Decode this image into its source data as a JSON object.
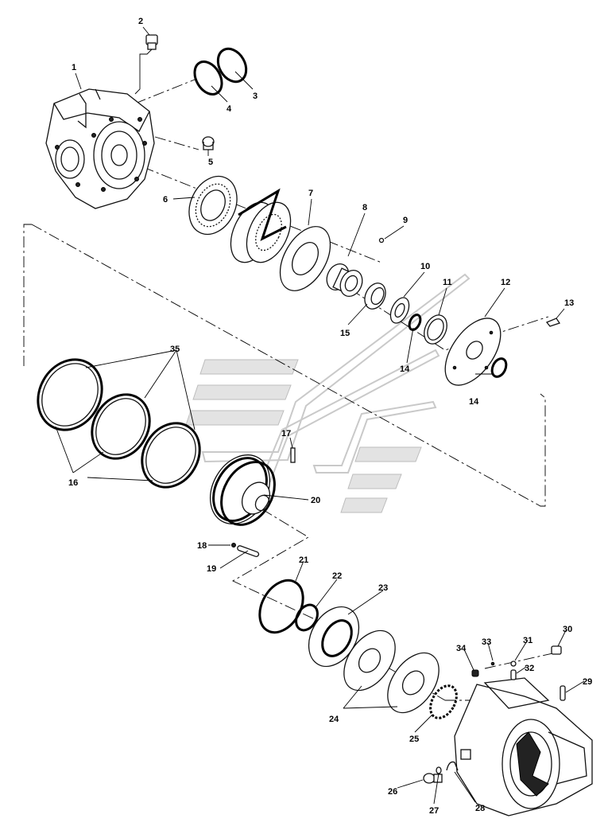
{
  "callouts": {
    "c1": "1",
    "c2": "2",
    "c3": "3",
    "c4": "4",
    "c5": "5",
    "c6": "6",
    "c7": "7",
    "c8": "8",
    "c9": "9",
    "c10": "10",
    "c11": "11",
    "c12": "12",
    "c13": "13",
    "c14a": "14",
    "c14b": "14",
    "c15": "15",
    "c16": "16",
    "c17": "17",
    "c18": "18",
    "c19": "19",
    "c20": "20",
    "c21": "21",
    "c22": "22",
    "c23": "23",
    "c24": "24",
    "c25": "25",
    "c26": "26",
    "c27": "27",
    "c28": "28",
    "c29": "29",
    "c30": "30",
    "c31": "31",
    "c32": "32",
    "c33": "33",
    "c34": "34",
    "c35": "35"
  }
}
